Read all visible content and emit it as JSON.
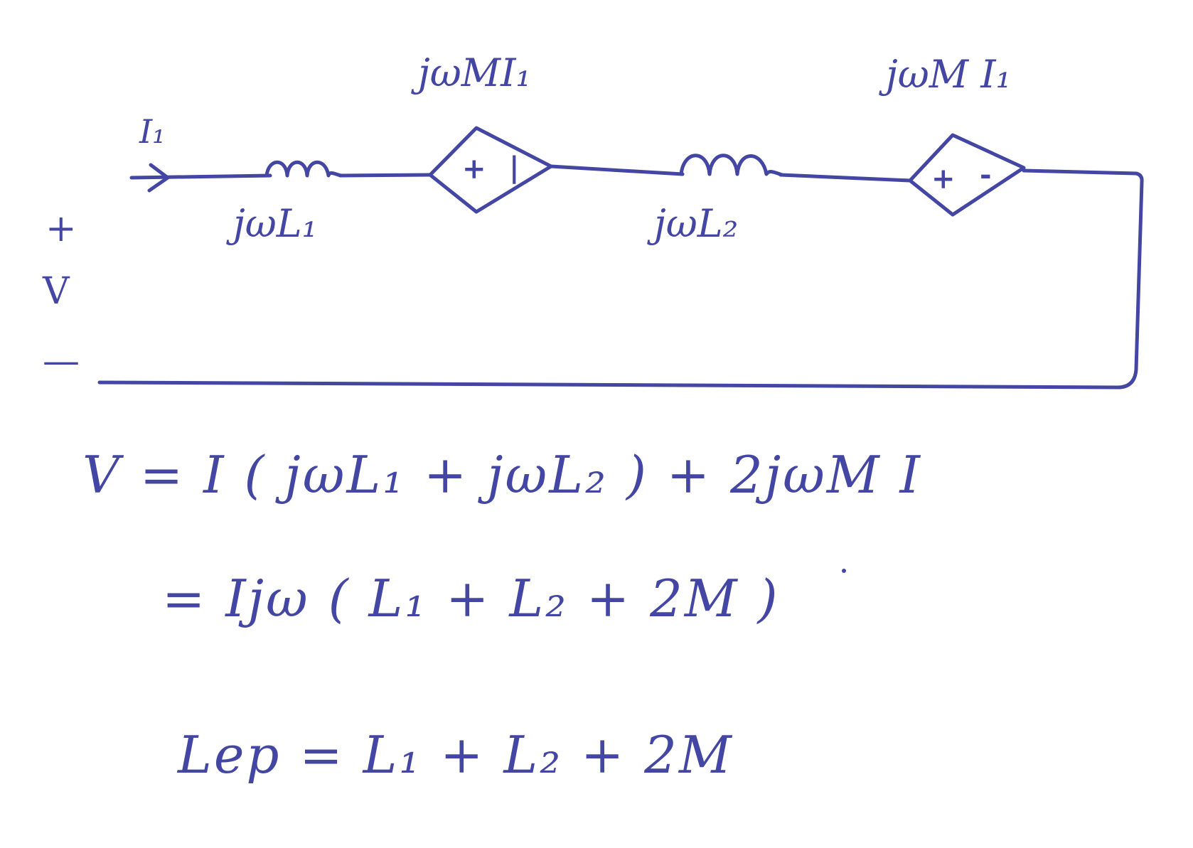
{
  "circuit": {
    "current_label": "I₁",
    "inductor1_label": "jωL₁",
    "inductor2_label": "jωL₂",
    "source1_label": "jωMI₁",
    "source2_label": "jωM I₁",
    "source1_plus": "+",
    "source1_minus": "|",
    "source2_plus": "+",
    "source2_minus": "-",
    "voltage_plus": "+",
    "voltage_label": "V",
    "voltage_minus": "—"
  },
  "equations": {
    "line1": "V = I ( jωL₁ + jωL₂ ) + 2jωM I",
    "line2": "= Ijω ( L₁ + L₂ + 2M )",
    "line3": "Lep = L₁ + L₂ + 2M"
  },
  "colors": {
    "ink": "#4446a3",
    "background": "#ffffff"
  }
}
